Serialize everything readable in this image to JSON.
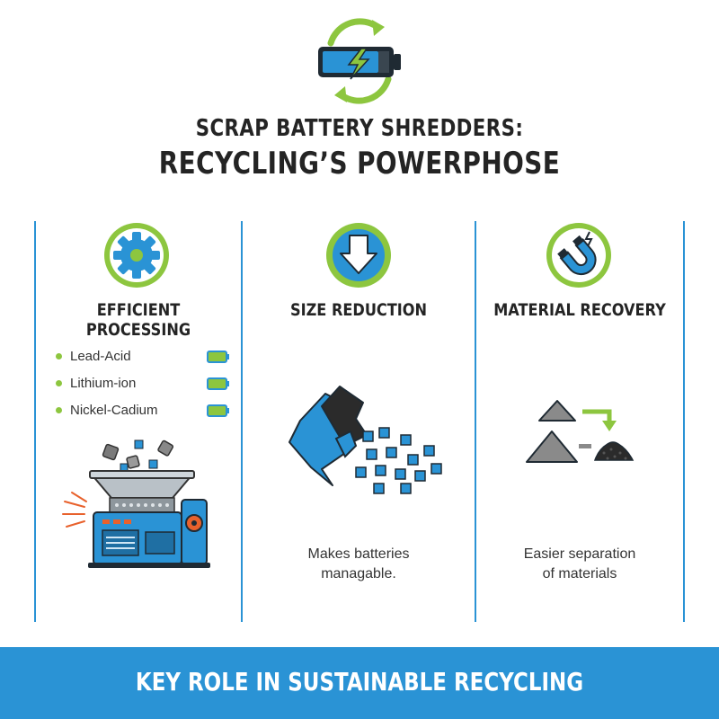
{
  "header": {
    "title_line1": "SCRAP BATTERY SHREDDERS:",
    "title_line2": "RECYCLING’S POWERPHOSE",
    "icon": "battery-recycle-icon"
  },
  "columns": [
    {
      "heading": "EFFICIENT PROCESSING",
      "icon": "gear-icon",
      "bullets": [
        "Lead-Acid",
        "Lithium-ion",
        "Nickel-Cadium"
      ],
      "illustration": "shredder-machine-icon"
    },
    {
      "heading": "SIZE REDUCTION",
      "icon": "down-arrow-icon",
      "caption_line1": "Makes batteries",
      "caption_line2": "managable.",
      "illustration": "fragmenting-battery-icon"
    },
    {
      "heading": "MATERIAL RECOVERY",
      "icon": "magnet-icon",
      "caption_line1": "Easier separation",
      "caption_line2": "of materials",
      "illustration": "material-piles-icon"
    }
  ],
  "footer": {
    "text": "KEY ROLE IN SUSTAINABLE RECYCLING"
  },
  "colors": {
    "accent_blue": "#2a93d5",
    "accent_green": "#8dc63f",
    "dark": "#242424",
    "gray": "#8a8a8a"
  }
}
